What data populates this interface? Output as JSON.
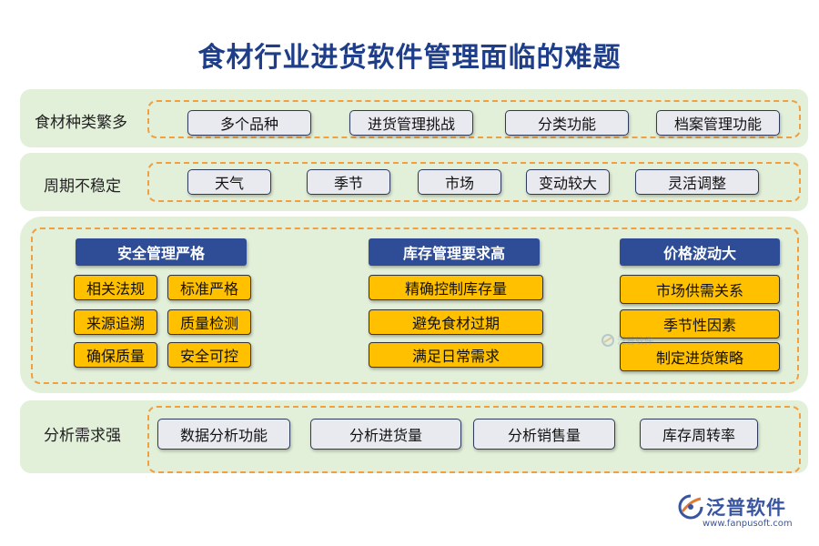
{
  "title": "食材行业进货软件管理面临的难题",
  "rows": {
    "variety": {
      "label": "食材种类繁多",
      "items": [
        "多个品种",
        "进货管理挑战",
        "分类功能",
        "档案管理功能"
      ]
    },
    "cycle": {
      "label": "周期不稳定",
      "items": [
        "天气",
        "季节",
        "市场",
        "变动较大",
        "灵活调整"
      ]
    },
    "analysis": {
      "label": "分析需求强",
      "items": [
        "数据分析功能",
        "分析进货量",
        "分析销售量",
        "库存周转率"
      ]
    }
  },
  "groups": {
    "safety": {
      "header": "安全管理严格",
      "items": [
        "相关法规",
        "标准严格",
        "来源追溯",
        "质量检测",
        "确保质量",
        "安全可控"
      ]
    },
    "inventory": {
      "header": "库存管理要求高",
      "items": [
        "精确控制库存量",
        "避免食材过期",
        "满足日常需求"
      ]
    },
    "price": {
      "header": "价格波动大",
      "items": [
        "市场供需关系",
        "季节性因素",
        "制定进货策略"
      ]
    }
  },
  "watermark": "泛普软件",
  "logo": {
    "name": "泛普软件",
    "url": "www.fanpusoft.com",
    "icon": "fanpu-logo-icon"
  },
  "colors": {
    "band": "#e2efd9",
    "dash": "#f0a040",
    "header": "#2e4d96",
    "yellow": "#ffc000",
    "title": "#1f3e8a"
  }
}
